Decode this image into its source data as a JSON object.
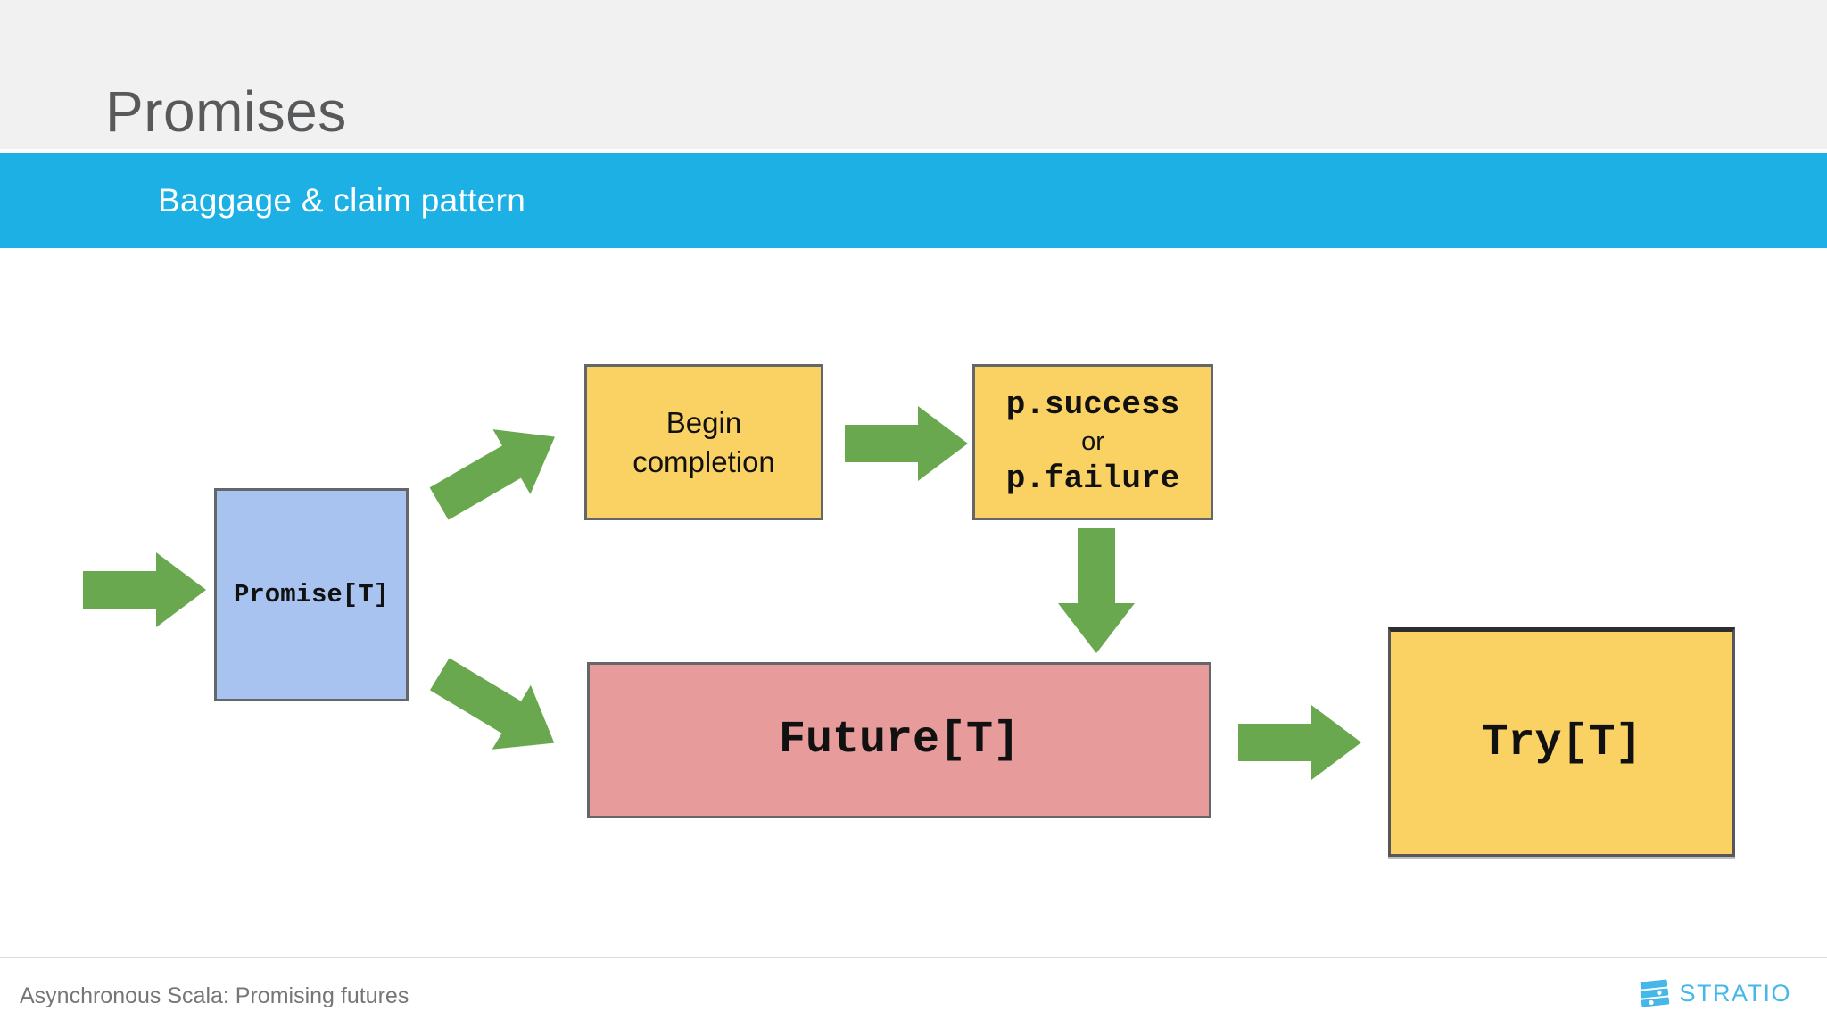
{
  "slide": {
    "title": "Promises",
    "subtitle": "Baggage & claim pattern"
  },
  "diagram": {
    "nodes": {
      "promise": {
        "label": "Promise[T]",
        "fill": "#a8c3f0"
      },
      "begin": {
        "label": "Begin\ncompletion",
        "fill": "#fad163"
      },
      "success": {
        "line1": "p.success",
        "line2": "or",
        "line3": "p.failure",
        "fill": "#fad163"
      },
      "future": {
        "label": "Future[T]",
        "fill": "#e89b9b"
      },
      "try": {
        "label": "Try[T]",
        "fill": "#fad163"
      }
    }
  },
  "footer": {
    "text": "Asynchronous Scala: Promising futures"
  },
  "logo": {
    "text": "STRATIO"
  },
  "colors": {
    "header_bg": "#f1f1f2",
    "title_gray": "#58595b",
    "banner_blue": "#1cb0e5",
    "arrow_green": "#6aa84f",
    "border_gray": "#64676a",
    "logo_blue": "#45b7e8",
    "footer_text_gray": "#767676"
  }
}
